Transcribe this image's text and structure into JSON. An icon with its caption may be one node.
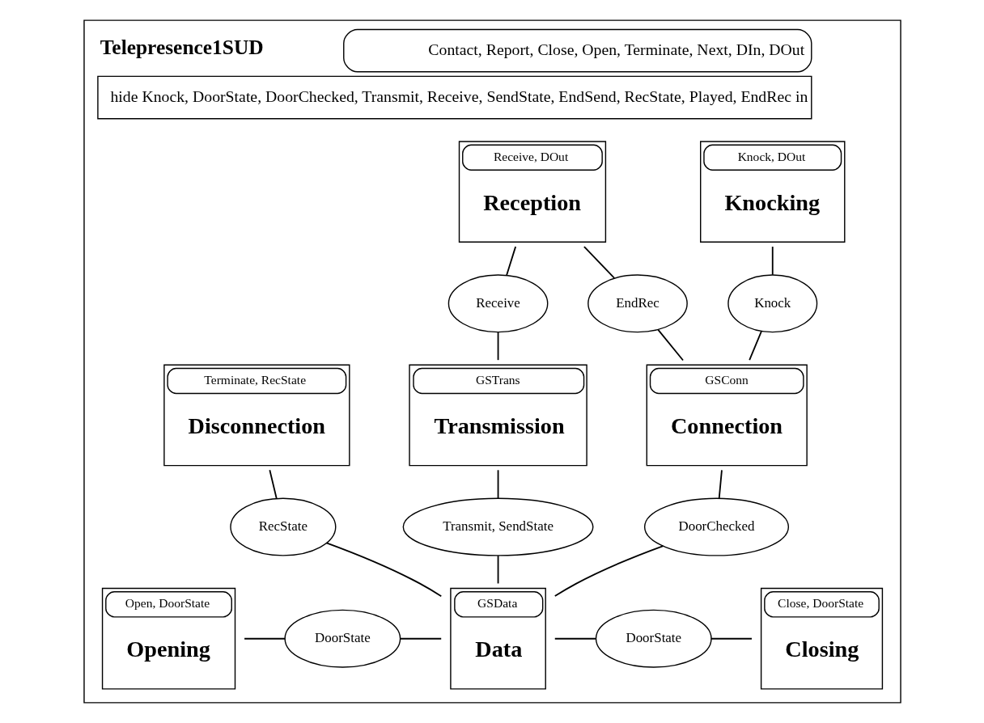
{
  "diagram": {
    "nodes": [
      {
        "text": [
          "Telepresence1SUD",
          "Contact, Report, Close, Open, Terminate, Next, DIn, DOut",
          "hide Knock, DoorState, DoorChecked, Transmit, Receive, SendState, EndSend, RecState, Played, EndRec in"
        ]
      },
      {
        "text": [
          "Knock, DOut",
          "Knocking"
        ],
        "in": 0
      },
      {
        "text": [
          "Receive, DOut",
          "Reception"
        ],
        "in": 0
      },
      {
        "text": [
          "Knock"
        ],
        "in": 0
      },
      {
        "text": [
          "EndRec"
        ],
        "in": 0
      },
      {
        "text": [
          "Receive"
        ],
        "in": 0
      },
      {
        "text": [
          "GSConn",
          "Connection"
        ],
        "in": 0
      },
      {
        "text": [
          "Terminate, RecState",
          "Disconnection"
        ],
        "in": 0
      },
      {
        "text": [
          "GSTrans",
          "Transmission"
        ],
        "in": 0
      },
      {
        "text": [
          "DoorChecked"
        ],
        "in": 0
      },
      {
        "text": [
          "RecState"
        ],
        "in": 0
      },
      {
        "text": [
          "Transmit, SendState"
        ],
        "in": 0
      },
      {
        "text": [
          "Open, DoorState",
          "Opening"
        ],
        "in": 0
      },
      {
        "text": [
          "DoorState"
        ],
        "in": 0
      },
      {
        "text": [
          "GSData",
          "Data"
        ],
        "in": 0
      },
      {
        "text": [
          "DoorState"
        ],
        "in": 0
      },
      {
        "text": [
          "Close, DoorState",
          "Closing"
        ],
        "in": 0
      }
    ],
    "edges": [
      {
        "from": 1,
        "to": 3,
        "arrow": "none"
      },
      {
        "from": 3,
        "to": 6,
        "arrow": "none"
      },
      {
        "from": 6,
        "to": 4,
        "arrow": "none"
      },
      {
        "from": 4,
        "to": 2,
        "arrow": "none"
      },
      {
        "from": 2,
        "to": 5,
        "arrow": "none"
      },
      {
        "from": 5,
        "to": 8,
        "arrow": "none"
      },
      {
        "from": 6,
        "to": 9,
        "arrow": "none"
      },
      {
        "from": 9,
        "to": 14,
        "arrow": "none"
      },
      {
        "from": 7,
        "to": 10,
        "arrow": "none"
      },
      {
        "from": 10,
        "to": 14,
        "arrow": "none"
      },
      {
        "from": 8,
        "to": 11,
        "arrow": "none"
      },
      {
        "from": 11,
        "to": 14,
        "arrow": "none"
      },
      {
        "from": 12,
        "to": 13,
        "arrow": "none"
      },
      {
        "from": 13,
        "to": 14,
        "arrow": "none"
      },
      {
        "from": 14,
        "to": 15,
        "arrow": "none"
      },
      {
        "from": 15,
        "to": 16,
        "arrow": "none"
      }
    ]
  }
}
